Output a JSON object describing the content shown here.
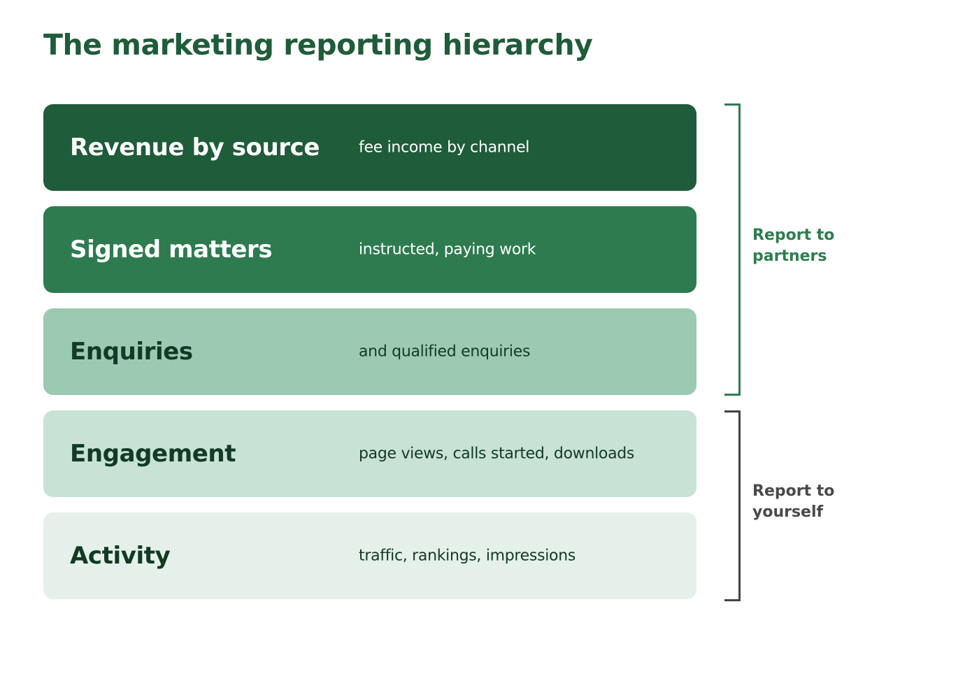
{
  "title": "The marketing reporting hierarchy",
  "tiers": [
    {
      "name": "Revenue by source",
      "description": "fee income by channel",
      "bg": "#1f5c3a",
      "fg": "#ffffff"
    },
    {
      "name": "Signed matters",
      "description": "instructed, paying work",
      "bg": "#2e7b50",
      "fg": "#ffffff"
    },
    {
      "name": "Enquiries",
      "description": "and qualified enquiries",
      "bg": "#9cc9b2",
      "fg": "#123a25"
    },
    {
      "name": "Engagement",
      "description": "page views, calls started, downloads",
      "bg": "#c8e2d5",
      "fg": "#123a25"
    },
    {
      "name": "Activity",
      "description": "traffic, rankings, impressions",
      "bg": "#e4f0e9",
      "fg": "#123a25"
    }
  ],
  "groups": [
    {
      "label": "Report to partners",
      "color": "#2e7d50"
    },
    {
      "label": "Report to yourself",
      "color": "#444444"
    }
  ]
}
